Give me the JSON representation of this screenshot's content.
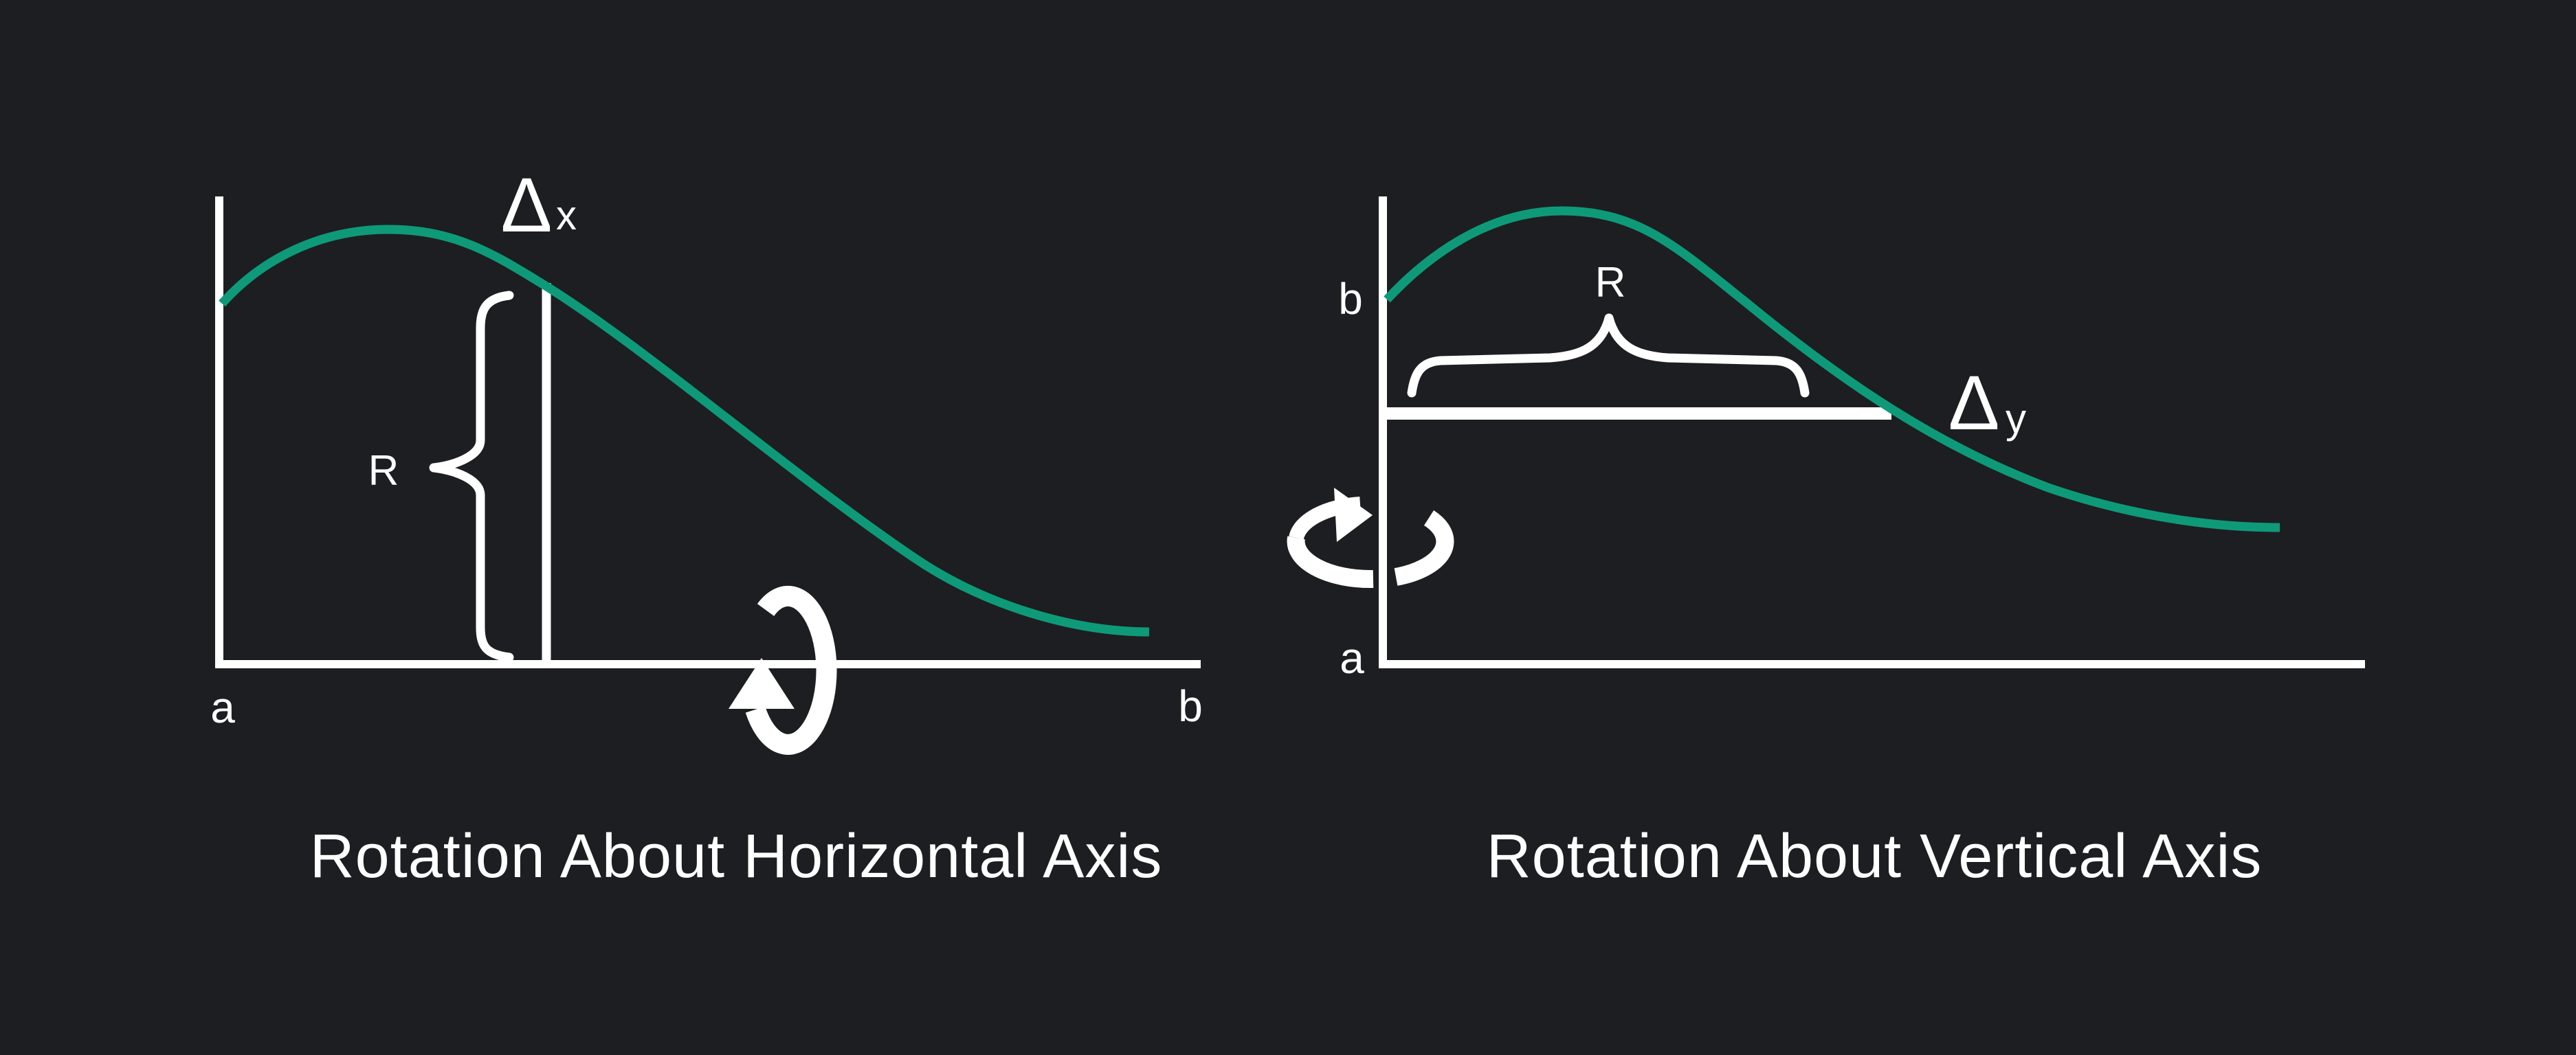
{
  "colors": {
    "background": "#1d1e22",
    "curve_green": "#0e9a78",
    "ink": "#ffffff"
  },
  "figures": {
    "left": {
      "title": "Rotation About Horizontal Axis",
      "axis_left_label": "a",
      "axis_right_label": "b",
      "radius_label": "R",
      "delta_symbol": "Δ",
      "delta_subscript": "x"
    },
    "right": {
      "title": "Rotation About Vertical Axis",
      "axis_top_label": "b",
      "axis_bottom_label": "a",
      "radius_label": "R",
      "delta_symbol": "Δ",
      "delta_subscript": "y"
    }
  }
}
